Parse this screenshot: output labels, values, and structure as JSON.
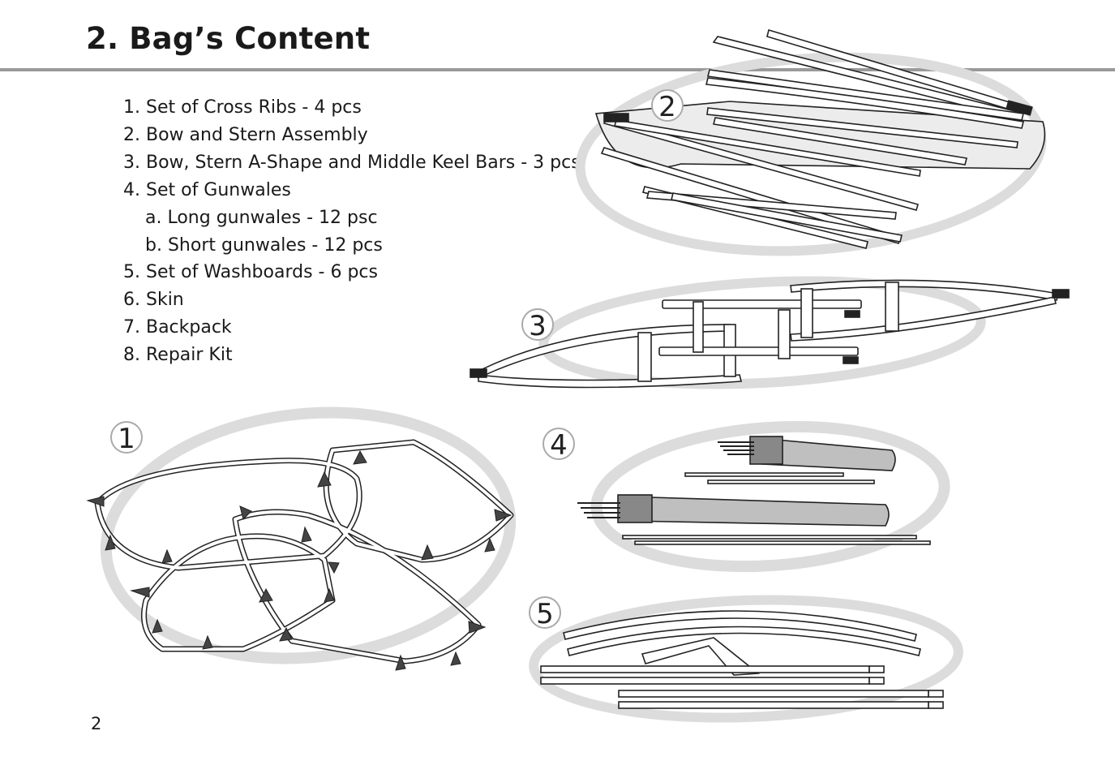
{
  "page": {
    "title": "2. Bag’s Content",
    "page_number": "2"
  },
  "contents": {
    "items": [
      "1. Set of Cross Ribs - 4 pcs",
      "2. Bow and Stern Assembly",
      "3. Bow, Stern A-Shape and Middle Keel Bars - 3 pcs",
      "4. Set of Gunwales",
      "a. Long gunwales - 12 psc",
      "b. Short gunwales - 12 pcs",
      "5. Set of Washboards - 6 pcs",
      "6. Skin",
      "7. Backpack",
      "8. Repair Kit"
    ]
  },
  "callouts": {
    "one": "1",
    "two": "2",
    "three": "3",
    "four": "4",
    "five": "5"
  }
}
